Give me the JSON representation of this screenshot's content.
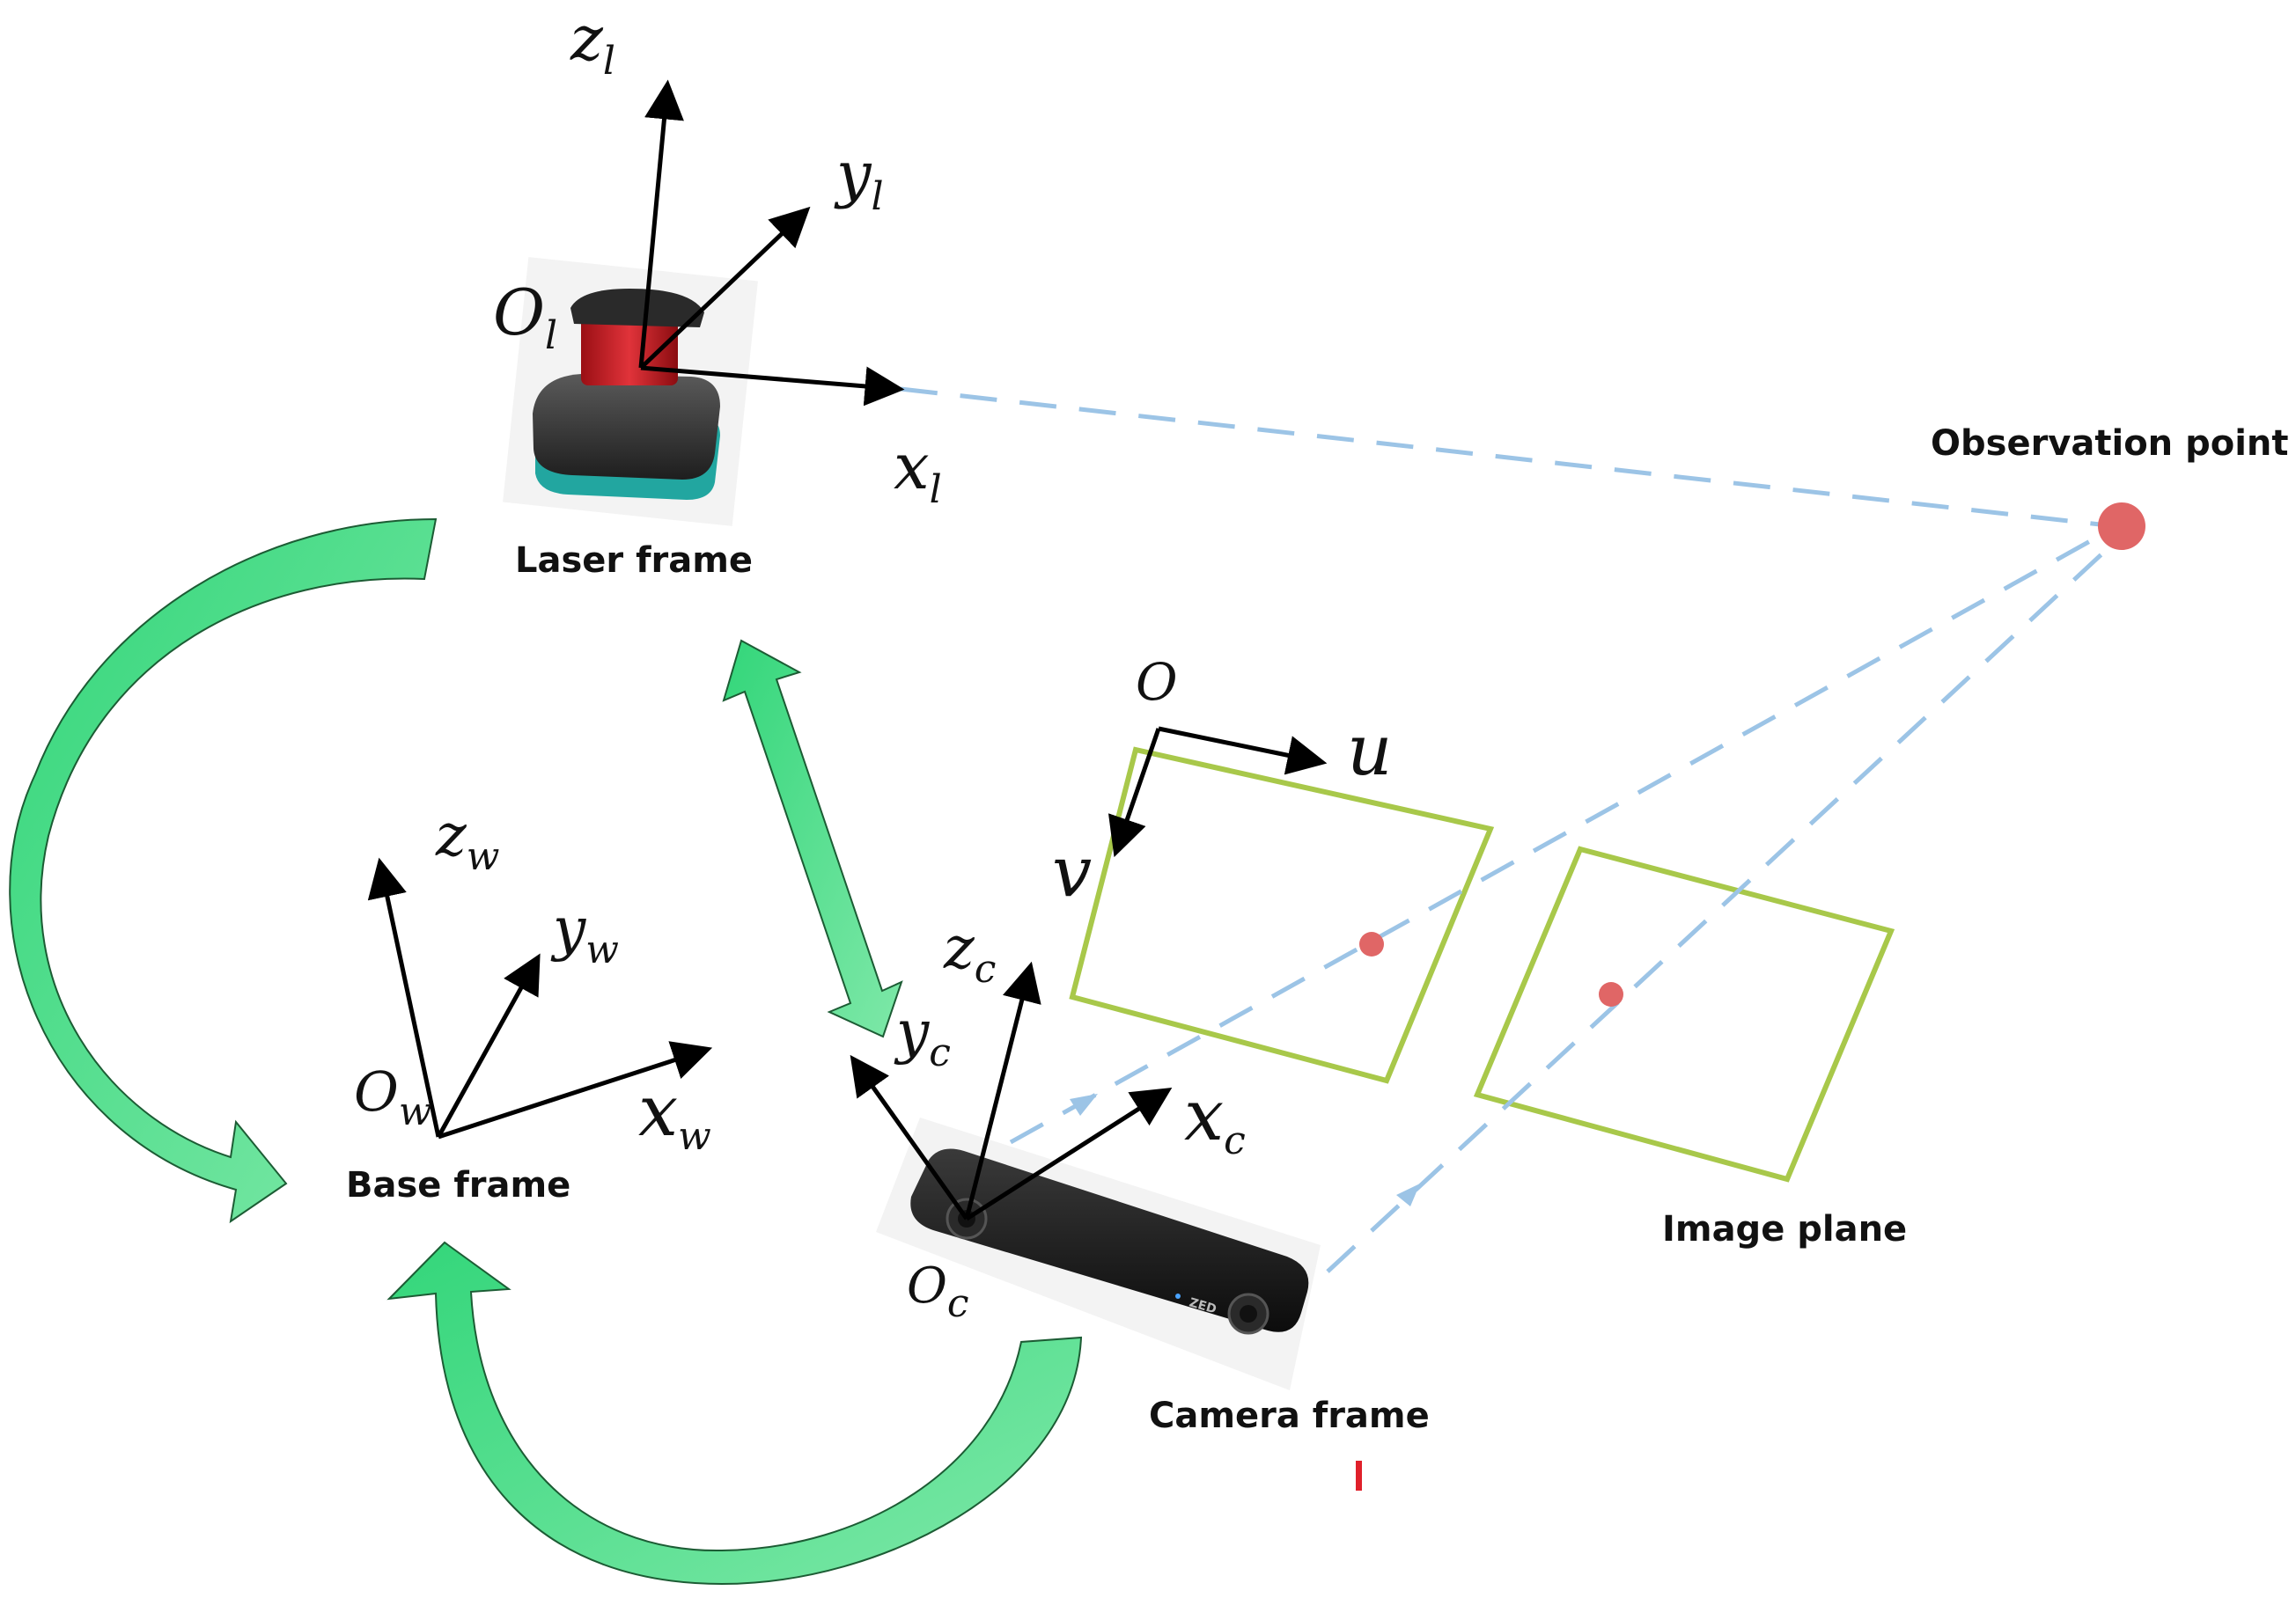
{
  "laser": {
    "x_axis": "x",
    "x_sub": "l",
    "y_axis": "y",
    "y_sub": "l",
    "z_axis": "z",
    "z_sub": "l",
    "origin": "O",
    "origin_sub": "l",
    "label": "Laser frame"
  },
  "base": {
    "x_axis": "x",
    "x_sub": "w",
    "y_axis": "y",
    "y_sub": "w",
    "z_axis": "z",
    "z_sub": "w",
    "origin": "O",
    "origin_sub": "w",
    "label": "Base frame"
  },
  "camera": {
    "x_axis": "x",
    "x_sub": "c",
    "y_axis": "y",
    "y_sub": "c",
    "z_axis": "z",
    "z_sub": "c",
    "origin": "O",
    "origin_sub": "c",
    "label": "Camera frame",
    "brand": "ZED"
  },
  "image_plane": {
    "origin": "O",
    "u_axis": "u",
    "v_axis": "v",
    "label": "Image plane"
  },
  "observation": {
    "label": "Observation point"
  },
  "colors": {
    "axis": "#000000",
    "ray": "#9cc4e6",
    "point": "#e06666",
    "plane": "#a8c84a",
    "transform_arrow": "#52dd8a",
    "transform_arrow_stroke": "#1c5c34",
    "mark": "#e0202a"
  }
}
